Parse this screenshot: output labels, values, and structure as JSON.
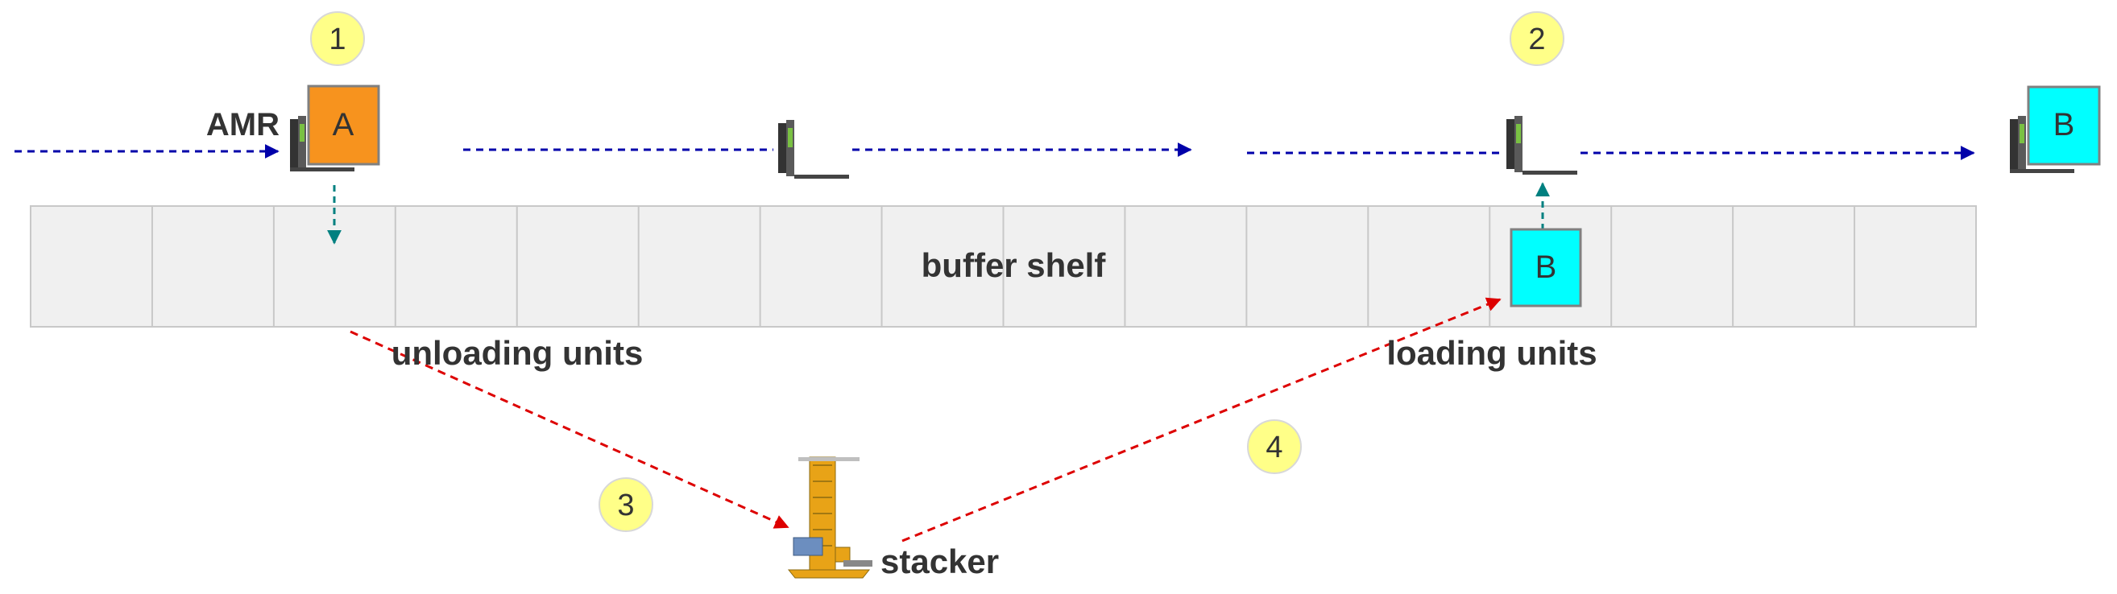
{
  "labels": {
    "amr": "AMR",
    "buffer_shelf": "buffer shelf",
    "unloading_units": "unloading units",
    "loading_units": "loading units",
    "stacker": "stacker"
  },
  "steps": {
    "one": "1",
    "two": "2",
    "three": "3",
    "four": "4"
  },
  "units": {
    "unit_a": "A",
    "unit_b_shelf": "B",
    "unit_b_out": "B"
  },
  "colors": {
    "unit_a": "#F7931E",
    "unit_b": "#00FFFF",
    "step_badge": "#FFFF88",
    "amr_flow_arrow": "#0000AA",
    "transfer_arrow": "#008080",
    "stacker_arrow": "#DD0000",
    "shelf_fill": "#F0F0F0",
    "shelf_border": "#C8C8C8"
  }
}
